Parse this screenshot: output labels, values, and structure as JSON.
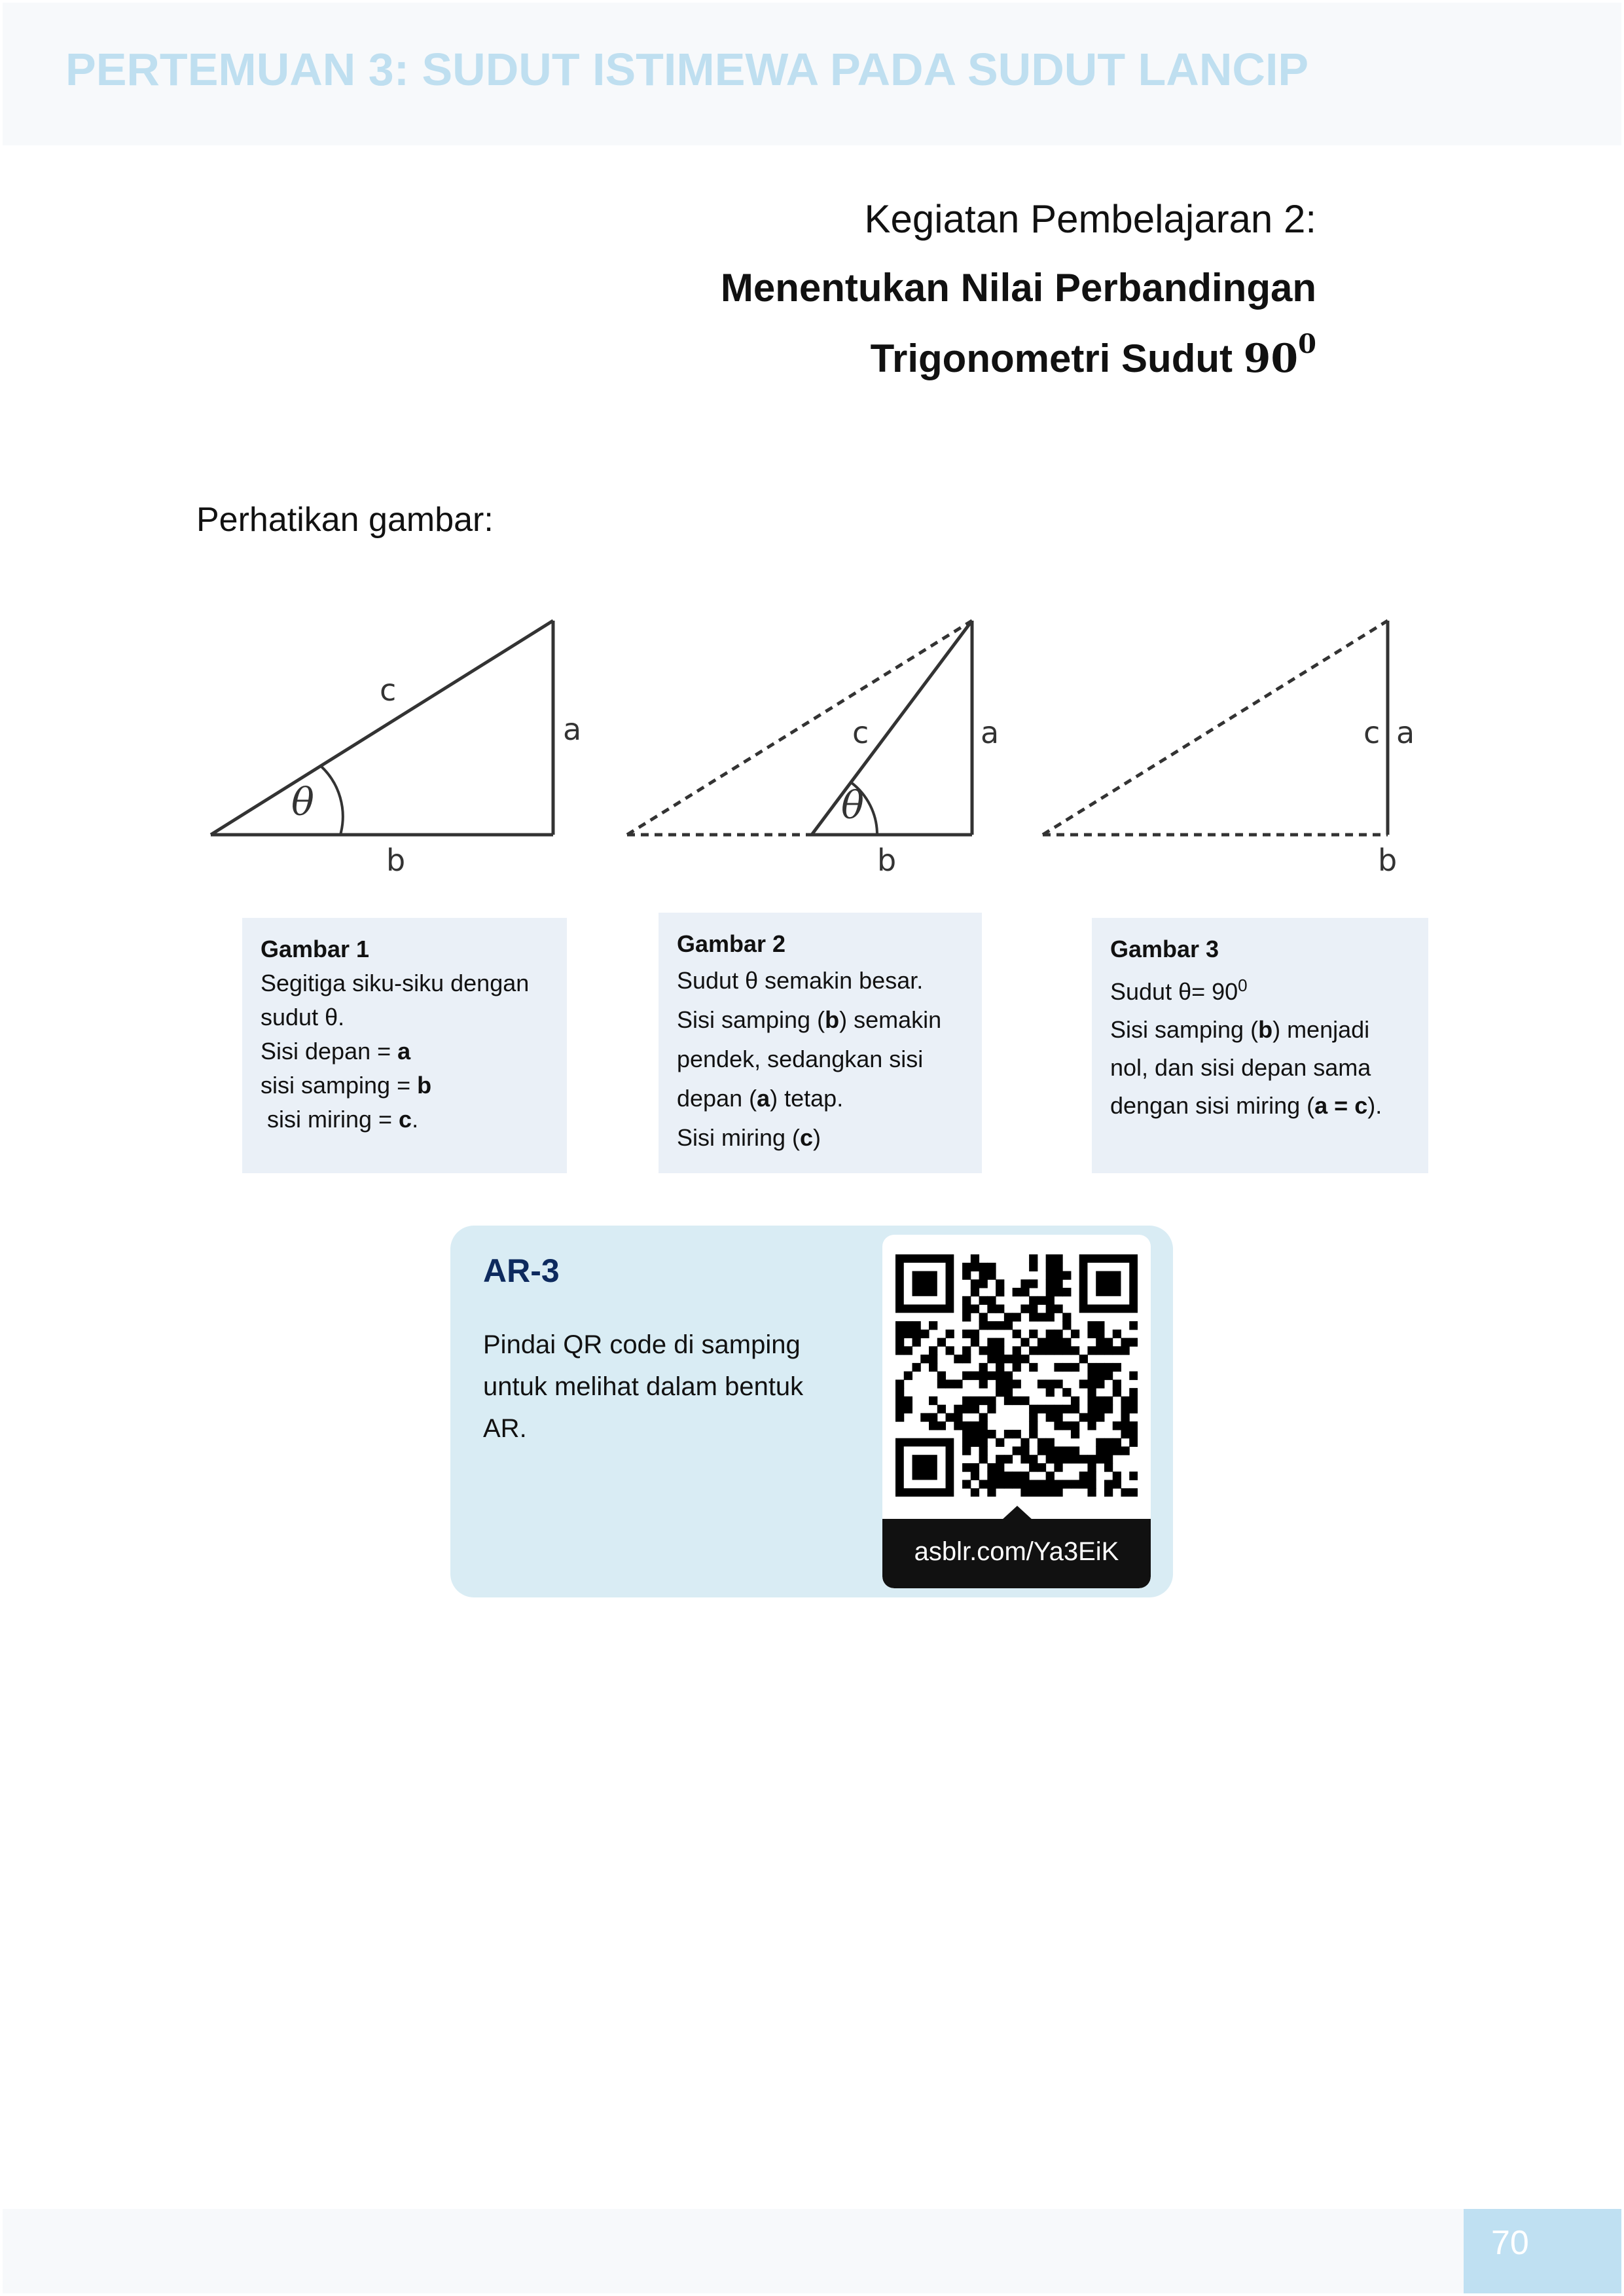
{
  "header": {
    "title": "PERTEMUAN 3: SUDUT ISTIMEWA PADA SUDUT LANCIP"
  },
  "kegiatan": {
    "line1": "Kegiatan Pembelajaran 2:",
    "line2": "Menentukan Nilai Perbandingan",
    "line3_text": "Trigonometri Sudut ",
    "line3_base": "90",
    "line3_exp": "0"
  },
  "intro": "Perhatikan gambar:",
  "figures": {
    "labels": {
      "hyp": "c",
      "opp": "a",
      "adj": "b",
      "angle": "θ"
    }
  },
  "captions": [
    {
      "title": "Gambar 1",
      "lines": [
        [
          "Segitiga siku-siku dengan"
        ],
        [
          "sudut θ."
        ],
        [
          "Sisi depan = ",
          {
            "b": "a"
          }
        ],
        [
          "sisi samping = ",
          {
            "b": "b"
          }
        ],
        [
          " sisi miring = ",
          {
            "b": "c"
          },
          "."
        ]
      ]
    },
    {
      "title": "Gambar 2",
      "lines": [
        [
          "Sudut θ semakin besar."
        ],
        [
          "Sisi samping (",
          {
            "b": "b"
          },
          ") semakin"
        ],
        [
          "pendek, sedangkan sisi"
        ],
        [
          "depan (",
          {
            "b": "a"
          },
          ") tetap."
        ],
        [
          "Sisi miring (",
          {
            "b": "c"
          },
          ")"
        ]
      ]
    },
    {
      "title": "Gambar 3",
      "lines": [
        [
          "Sudut θ= 90",
          {
            "sup": "0"
          }
        ],
        [
          "Sisi samping (",
          {
            "b": "b"
          },
          ") menjadi"
        ],
        [
          "nol, dan sisi depan sama"
        ],
        [
          "dengan sisi miring (",
          {
            "b": "a = c"
          },
          ")."
        ]
      ]
    }
  ],
  "ar": {
    "title": "AR-3",
    "text": "Pindai QR code di samping untuk melihat dalam bentuk AR.",
    "url": "asblr.com/Ya3EiK"
  },
  "footer": {
    "page_number": "70"
  },
  "colors": {
    "header_title": "#bfdff0",
    "caption_bg": "#eaf0f7",
    "ar_card_bg": "#d9ecf4",
    "ar_title": "#0d2a5e",
    "page_num_bg": "#bfe0f2"
  }
}
